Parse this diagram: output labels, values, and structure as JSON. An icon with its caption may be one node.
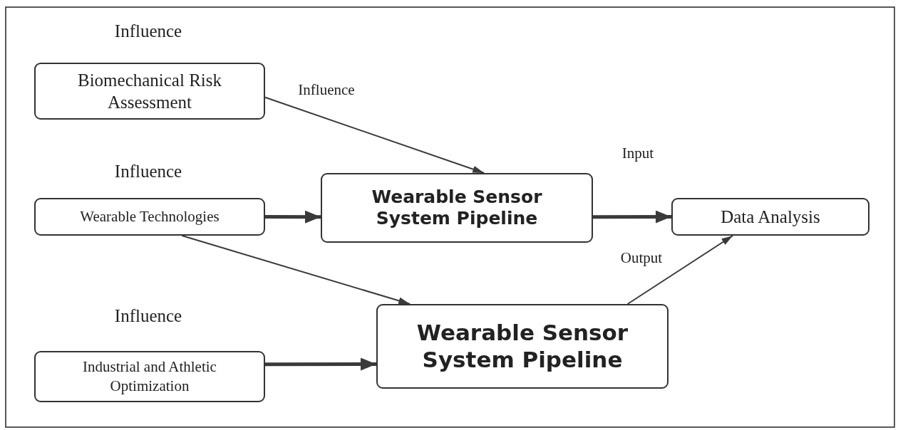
{
  "diagram": {
    "nodes": [
      {
        "text": [
          "Biomechanical Risk Assessment"
        ],
        "beside": [
          "Influence"
        ]
      },
      {
        "text": [
          "Wearable Technologies"
        ],
        "beside": [
          "Influence"
        ]
      },
      {
        "text": [
          "Wearable Sensor System Pipeline"
        ]
      },
      {
        "text": [
          "Data Analysis"
        ]
      },
      {
        "text": [
          "Industrial and Athletic Optimization"
        ],
        "beside": [
          "Influence"
        ]
      },
      {
        "text": [
          "Wearable Sensor System Pipeline"
        ]
      }
    ],
    "edges": [
      {
        "from": 0,
        "to": 2,
        "arrow": "to",
        "label": "Influence"
      },
      {
        "from": 1,
        "to": 2,
        "arrow": "to",
        "style": "thick"
      },
      {
        "from": 1,
        "to": 5,
        "arrow": "to"
      },
      {
        "from": 2,
        "to": 3,
        "arrow": "to",
        "style": "thick",
        "label": "Input"
      },
      {
        "from": 5,
        "to": 3,
        "arrow": "to",
        "label": "Output"
      },
      {
        "from": 4,
        "to": 5,
        "arrow": "to",
        "style": "thick"
      }
    ]
  }
}
